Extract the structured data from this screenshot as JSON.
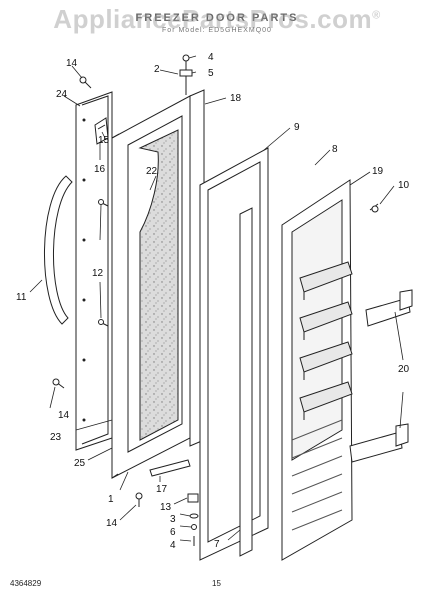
{
  "header": {
    "title": "FREEZER DOOR PARTS",
    "subtitle": "For Model: ED5GHEXMQ00",
    "watermark_main": "AppliancePartsPros.com",
    "watermark_mark": "®"
  },
  "callouts": [
    "14",
    "24",
    "2",
    "4",
    "5",
    "18",
    "15",
    "16",
    "22",
    "9",
    "8",
    "19",
    "10",
    "12",
    "11",
    "20",
    "14",
    "23",
    "25",
    "1",
    "17",
    "13",
    "3",
    "6",
    "4",
    "14",
    "7"
  ],
  "footer": {
    "doc_code": "4364829",
    "page_number": "15"
  },
  "colors": {
    "line": "#222222",
    "insulation": "#d9d9d9",
    "watermark": "#969696"
  }
}
